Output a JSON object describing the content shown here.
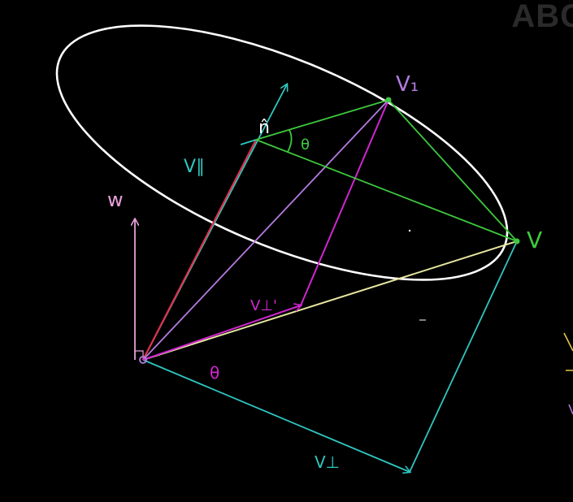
{
  "watermark": "ABC",
  "labels": {
    "v1": "V₁",
    "v": "V",
    "n_hat": "n̂",
    "theta_top": "θ",
    "v_parallel": "V∥",
    "w": "w",
    "v_perp_prime": "V⊥'",
    "theta_bottom": "θ",
    "v_perp": "V⊥"
  },
  "colors": {
    "background": "#000000",
    "ellipse": "#ffffff",
    "teal": "#2fc6c0",
    "green": "#3ec93e",
    "violet": "#b57be0",
    "magenta": "#d026d0",
    "pink": "#e8a0dc",
    "yellow": "#e6e6a0",
    "red": "#e0304a"
  }
}
